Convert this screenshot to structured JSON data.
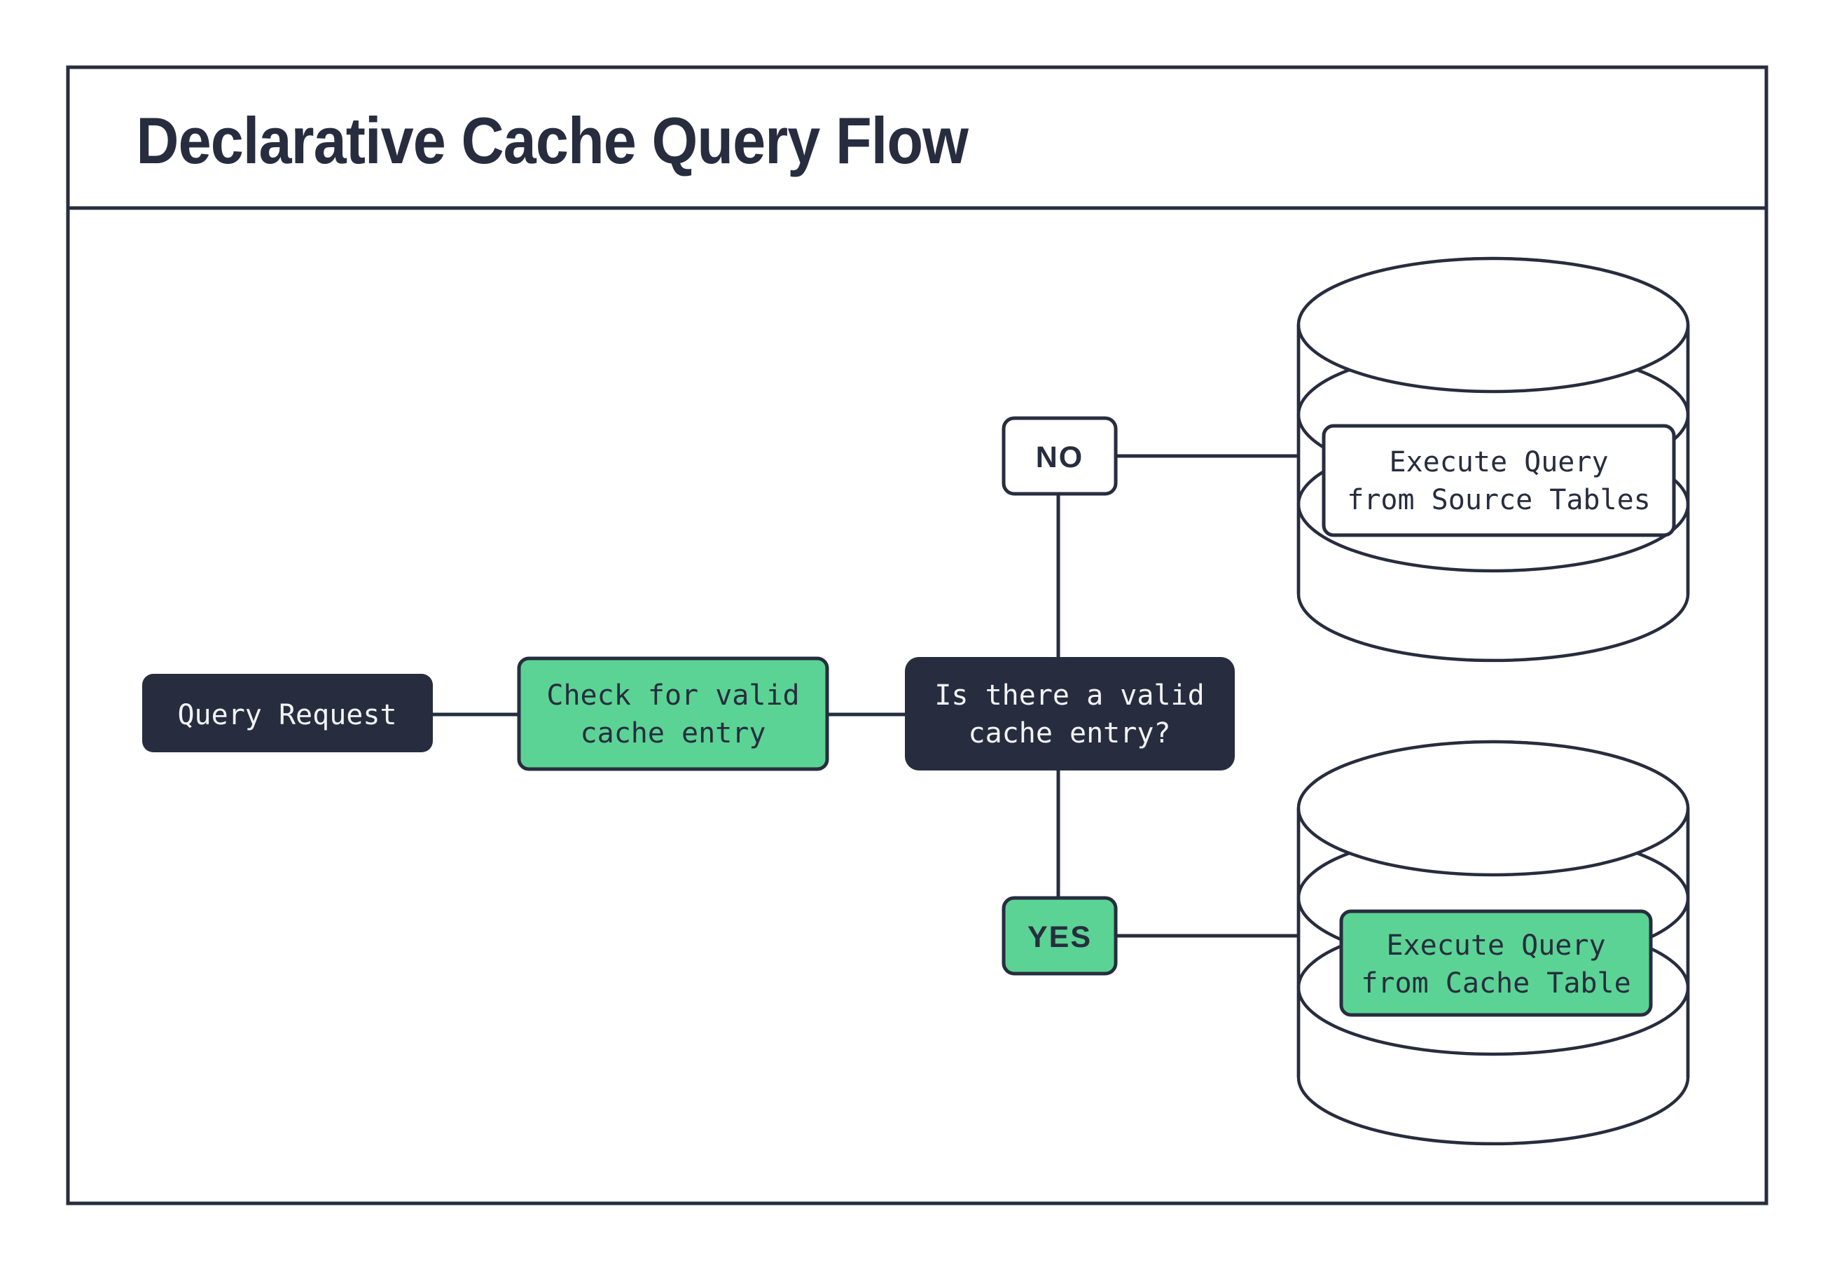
{
  "title": "Declarative Cache Query Flow",
  "colors": {
    "dark_navy": "#272d3e",
    "green": "#5bd394",
    "light_text": "#f1f3f5",
    "background": "#ffffff"
  },
  "nodes": {
    "query_request": {
      "label": "Query Request"
    },
    "check_cache": {
      "lines": [
        "Check for valid",
        "cache entry"
      ]
    },
    "decision": {
      "lines": [
        "Is there a valid",
        "cache entry?"
      ]
    },
    "branch_no": {
      "label": "NO"
    },
    "branch_yes": {
      "label": "YES"
    },
    "source_db": {
      "lines": [
        "Execute Query",
        "from Source Tables"
      ]
    },
    "cache_db": {
      "lines": [
        "Execute Query",
        "from Cache Table"
      ]
    }
  }
}
